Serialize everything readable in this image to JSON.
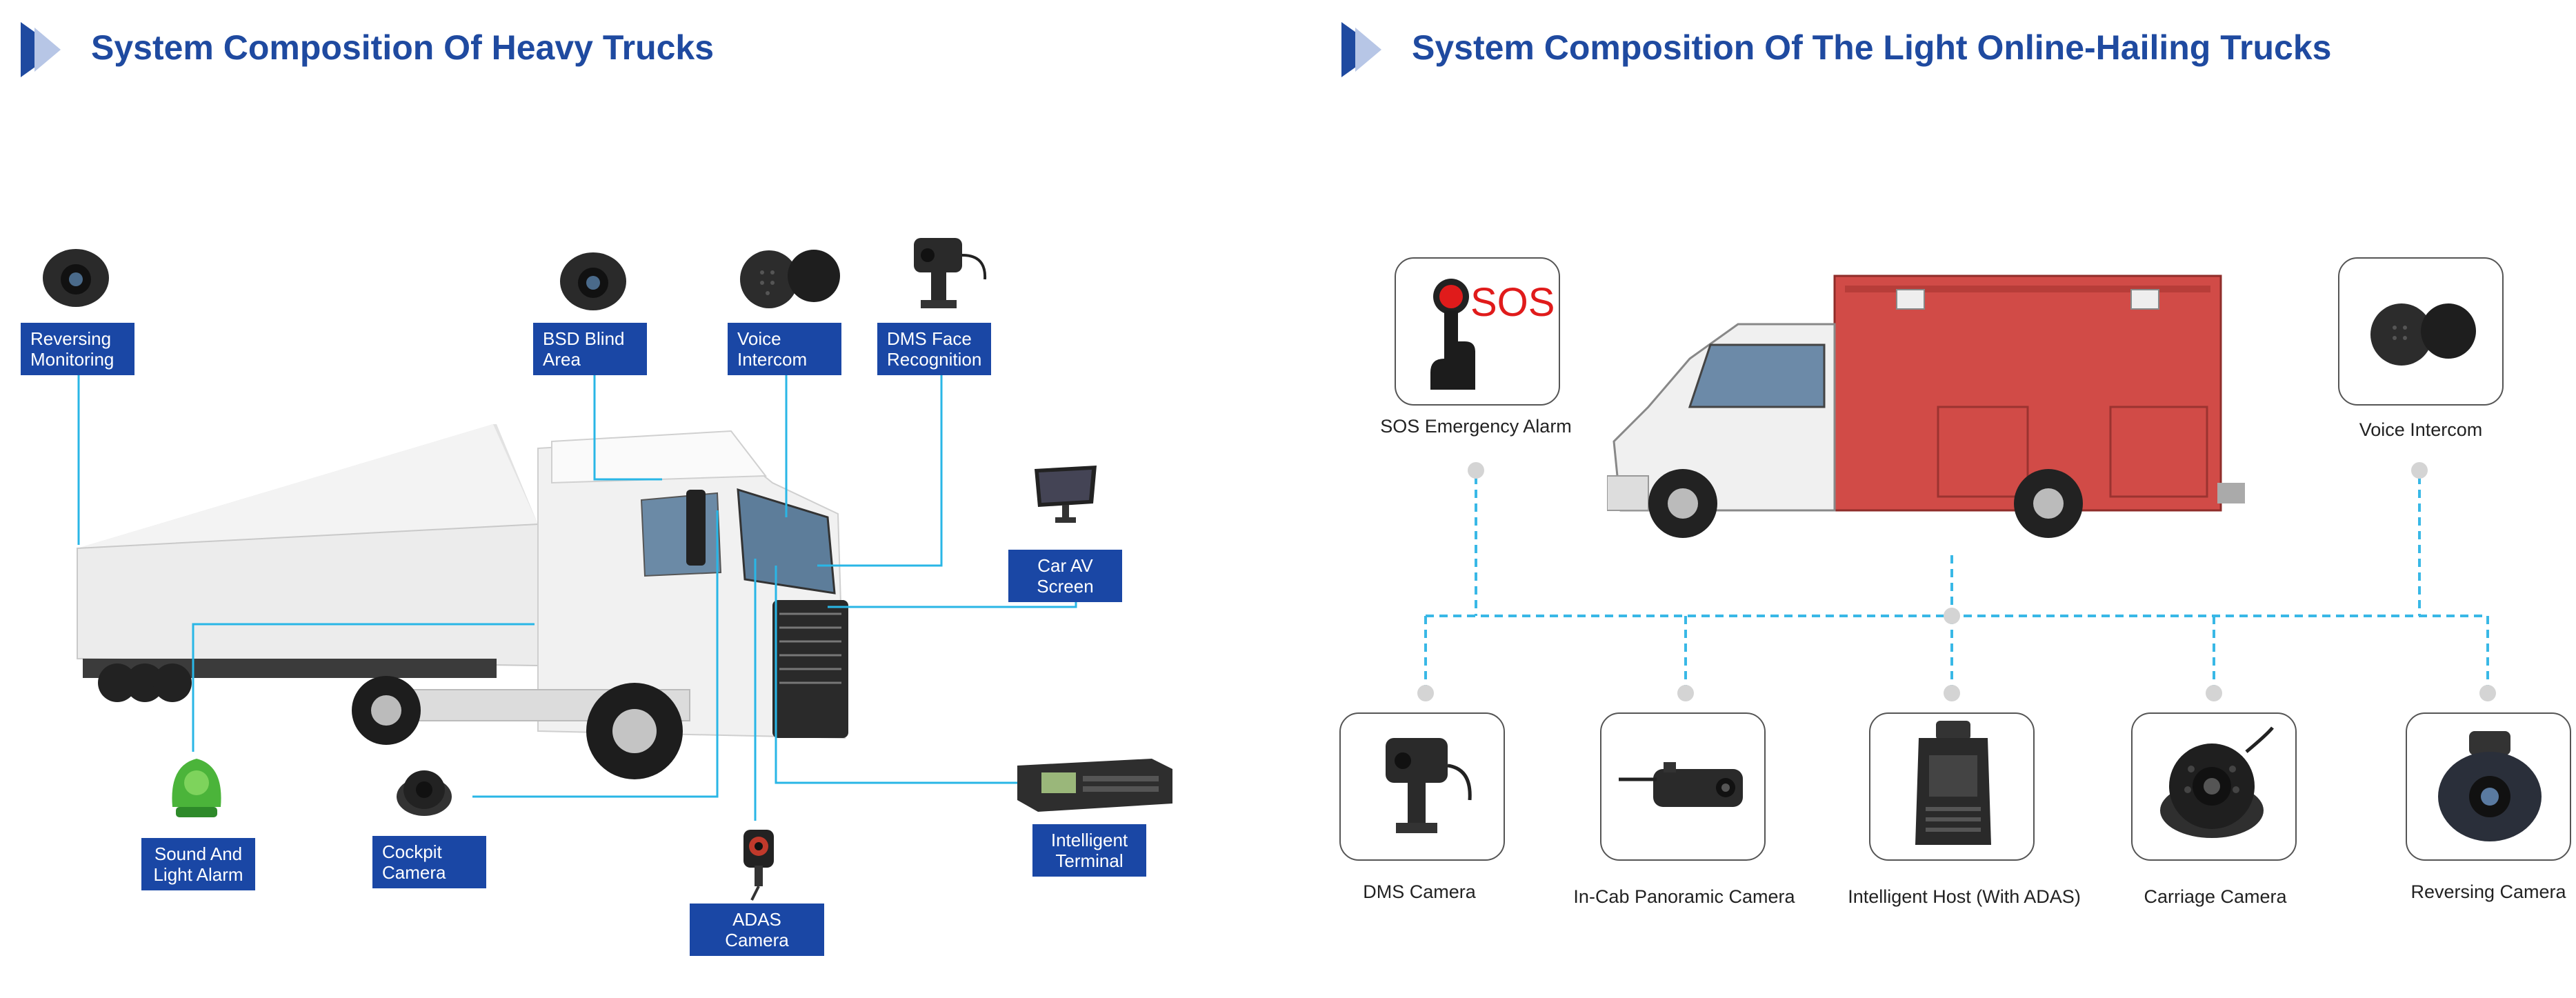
{
  "colors": {
    "accent": "#1f4aa0",
    "tag_bg": "#1a47a5",
    "leader_line": "#29b6e6",
    "dashed_line": "#39b8e6"
  },
  "left_panel": {
    "title": "System Composition Of Heavy Trucks",
    "components": [
      {
        "line1": "Reversing",
        "line2": "Monitoring",
        "icon": "reversing-camera-icon"
      },
      {
        "line1": "BSD Blind",
        "line2": "Area",
        "icon": "bsd-camera-icon"
      },
      {
        "line1": "Voice",
        "line2": "Intercom",
        "icon": "speaker-icon"
      },
      {
        "line1": "DMS Face",
        "line2": "Recognition",
        "icon": "dms-camera-icon"
      },
      {
        "line1": "Car AV",
        "line2": "Screen",
        "icon": "monitor-icon"
      },
      {
        "line1": "Intelligent",
        "line2": "Terminal",
        "icon": "terminal-icon"
      },
      {
        "line1": "ADAS Camera",
        "line2": "",
        "icon": "adas-camera-icon"
      },
      {
        "line1": "Cockpit",
        "line2": "Camera",
        "icon": "dome-camera-icon"
      },
      {
        "line1": "Sound And",
        "line2": "Light Alarm",
        "icon": "alarm-icon"
      }
    ]
  },
  "right_panel": {
    "title": "System Composition Of The Light Online-Hailing Trucks",
    "top_items": [
      {
        "label": "SOS Emergency Alarm",
        "sos_text": "SOS",
        "icon": "sos-button-icon"
      },
      {
        "label": "Voice Intercom",
        "icon": "speaker-icon"
      }
    ],
    "bottom_items": [
      {
        "label": "DMS Camera",
        "icon": "dms-camera-icon"
      },
      {
        "label": "In-Cab Panoramic Camera",
        "icon": "panoramic-camera-icon"
      },
      {
        "label": "Intelligent Host (With ADAS)",
        "icon": "dashcam-icon"
      },
      {
        "label": "Carriage Camera",
        "icon": "dome-camera-icon"
      },
      {
        "label": "Reversing Camera",
        "icon": "reversing-camera-icon"
      }
    ]
  }
}
